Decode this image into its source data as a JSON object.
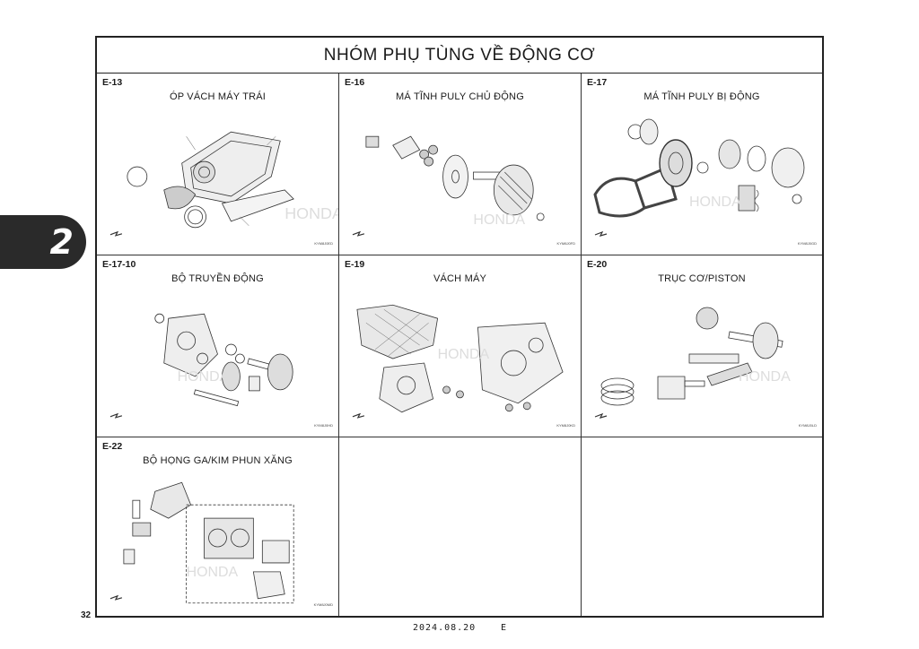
{
  "title": "NHÓM PHỤ TÙNG VỀ ĐỘNG CƠ",
  "section_tab": "2",
  "page_number": "32",
  "footer": {
    "date": "2024.08.20",
    "edition": "E"
  },
  "cells": [
    {
      "code": "E-13",
      "name": "ÓP VÁCH MÁY TRÁI",
      "ref": "KYM8J0ED"
    },
    {
      "code": "E-16",
      "name": "MÁ TĨNH PULY CHỦ ĐỘNG",
      "ref": "KYM8J0FD"
    },
    {
      "code": "E-17",
      "name": "MÁ TĨNH PULY BỊ ĐỘNG",
      "ref": "KYM8J0GD"
    },
    {
      "code": "E-17-10",
      "name": "BỘ TRUYỀN ĐỘNG",
      "ref": "KYM8J0HD"
    },
    {
      "code": "E-19",
      "name": "VÁCH MÁY",
      "ref": "KYM8J0KD"
    },
    {
      "code": "E-20",
      "name": "TRỤC CƠ/PISTON",
      "ref": "KYM8J0LD"
    },
    {
      "code": "E-22",
      "name": "BỘ HỌNG GA/KIM PHUN XĂNG",
      "ref": "KYM8J0MD"
    }
  ]
}
